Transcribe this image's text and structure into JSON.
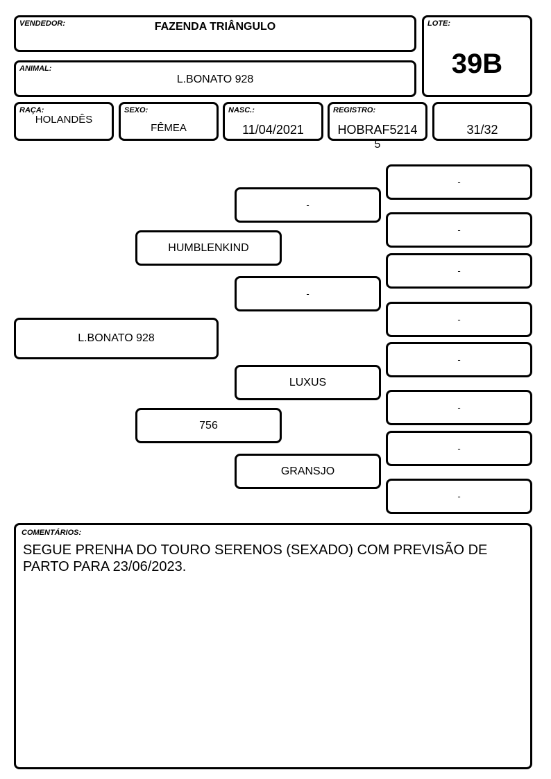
{
  "header": {
    "vendedor_label": "VENDEDOR:",
    "vendedor": "FAZENDA TRIÂNGULO",
    "lote_label": "LOTE:",
    "lote": "39B",
    "animal_label": "ANIMAL:",
    "animal": "L.BONATO 928"
  },
  "info": {
    "raca_label": "RAÇA:",
    "raca": "HOLANDÊS",
    "sexo_label": "SEXO:",
    "sexo": "FÊMEA",
    "nasc_label": "NASC.:",
    "nasc": "11/04/2021",
    "registro_label": "REGISTRO:",
    "registro_line1": "HOBRAF5214",
    "registro_line2": "5",
    "grau": "31/32"
  },
  "pedigree": {
    "animal": "L.BONATO 928",
    "sire": "HUMBLENKIND",
    "dam": "756",
    "sire_sire": "-",
    "sire_dam": "-",
    "dam_sire": "LUXUS",
    "dam_dam": "GRANSJO",
    "ggp": [
      "-",
      "-",
      "-",
      "-",
      "-",
      "-",
      "-",
      "-"
    ]
  },
  "comments": {
    "label": "COMENTÁRIOS:",
    "text": "SEGUE PRENHA DO TOURO SERENOS (SEXADO) COM PREVISÃO DE PARTO PARA 23/06/2023."
  }
}
